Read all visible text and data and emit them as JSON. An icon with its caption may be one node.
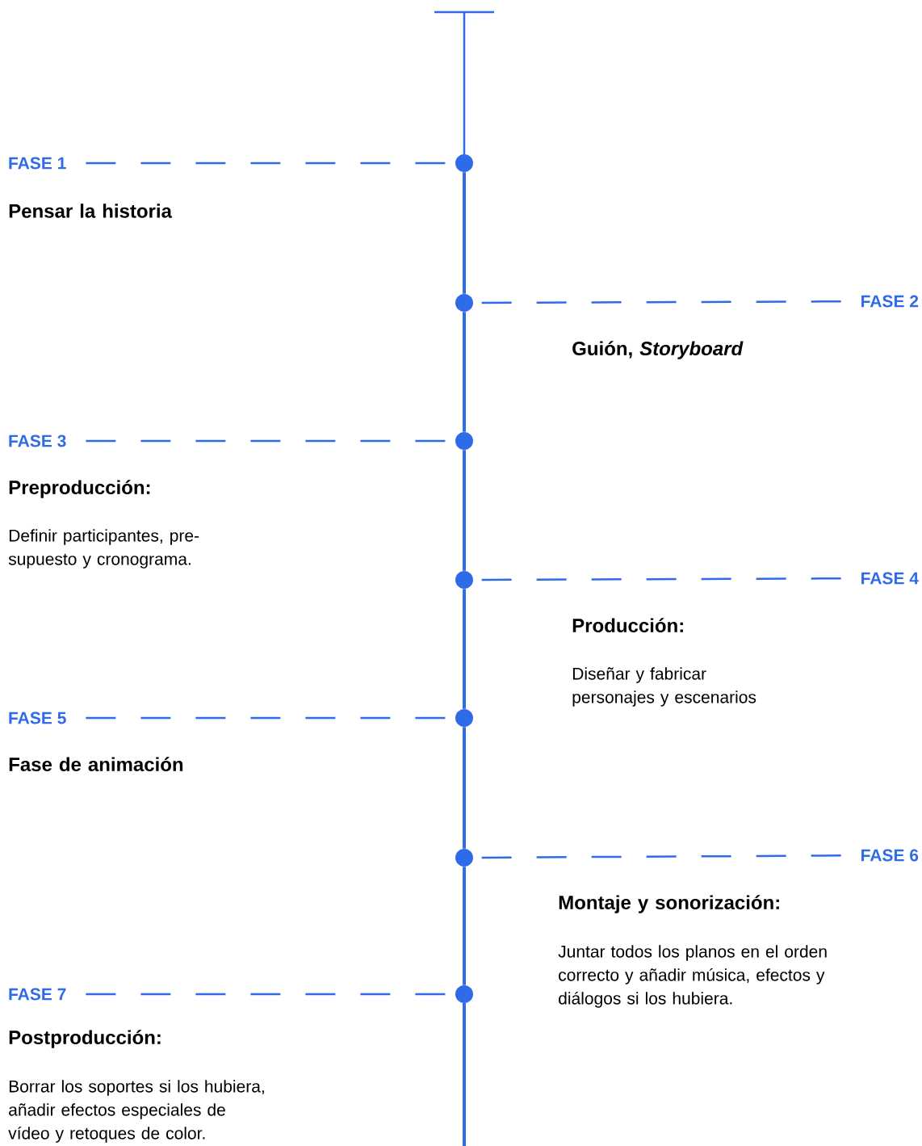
{
  "diagram": {
    "nodes": [
      {
        "text": [
          "FASE 1"
        ]
      },
      {
        "text": [],
        "shape": "circle"
      },
      {
        "text": [],
        "shape": "circle"
      },
      {
        "text": [
          "FASE 2"
        ]
      },
      {
        "text": [
          "FASE 3"
        ]
      },
      {
        "text": [],
        "shape": "circle"
      },
      {
        "text": [],
        "shape": "circle"
      },
      {
        "text": [
          "FASE 4"
        ]
      },
      {
        "text": [
          "FASE 5"
        ]
      },
      {
        "text": [],
        "shape": "circle"
      },
      {
        "text": [],
        "shape": "circle"
      },
      {
        "text": [
          "FASE 6"
        ]
      },
      {
        "text": [
          "FASE 7"
        ]
      },
      {
        "text": [],
        "shape": "circle"
      }
    ],
    "edges": [
      {
        "from": 0,
        "to": 1,
        "arrow": "none",
        "style": "dashed"
      },
      {
        "from": 3,
        "to": 2,
        "arrow": "none",
        "style": "dashed"
      },
      {
        "from": 4,
        "to": 5,
        "arrow": "none",
        "style": "dashed"
      },
      {
        "from": 7,
        "to": 6,
        "arrow": "none",
        "style": "dashed"
      },
      {
        "from": 8,
        "to": 9,
        "arrow": "none",
        "style": "dashed"
      },
      {
        "from": 11,
        "to": 10,
        "arrow": "none",
        "style": "dashed"
      },
      {
        "from": 12,
        "to": 13,
        "arrow": "none",
        "style": "dashed"
      },
      {
        "from": 1,
        "to": 2,
        "arrow": "none"
      },
      {
        "from": 2,
        "to": 5,
        "arrow": "none"
      },
      {
        "from": 5,
        "to": 6,
        "arrow": "none"
      },
      {
        "from": 6,
        "to": 9,
        "arrow": "none"
      },
      {
        "from": 9,
        "to": 10,
        "arrow": "none"
      },
      {
        "from": 10,
        "to": 13,
        "arrow": "none"
      }
    ],
    "labels": [
      "Pensar la historia",
      "Guión, *Storyboard*",
      "Preproducción:",
      "Definir participantes, pre-supuesto y cronograma.",
      "Producción:",
      "Diseñar y fabricar personajes y escenarios",
      "Fase de animación",
      "Montaje y sonorización:",
      "Juntar todos los planos en el orden correcto y añadir música, efectos y diálogos si los hubiera.",
      "Postproducción:",
      "Borrar los soportes si los hubiera, añadir efectos especiales de vídeo y retoques de color."
    ]
  }
}
